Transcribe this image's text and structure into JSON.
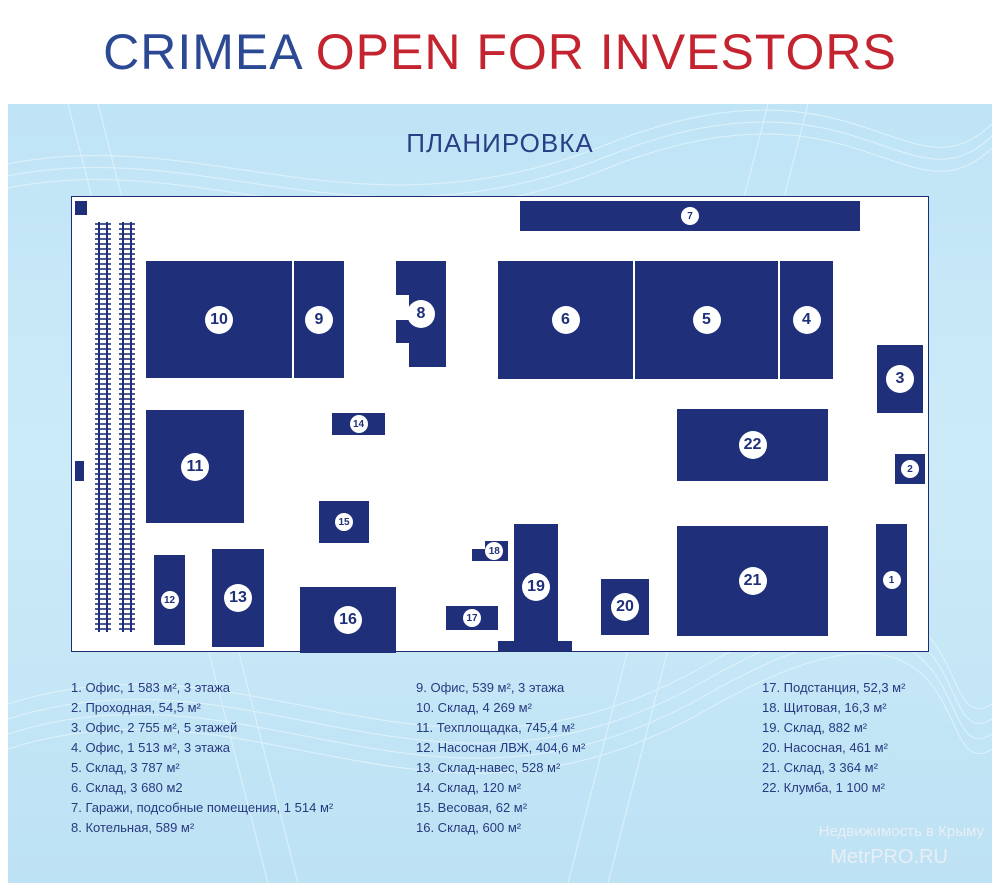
{
  "header": {
    "title_part1": "CRIMEA",
    "title_part2": "OPEN FOR INVESTORS"
  },
  "subtitle": "ПЛАНИРОВКА",
  "colors": {
    "building": "#1f2f79",
    "title_blue": "#2c4a94",
    "title_red": "#c4242f",
    "panel": "#c6e7f7"
  },
  "buildings": {
    "b1": "1",
    "b2": "2",
    "b3": "3",
    "b4": "4",
    "b5": "5",
    "b6": "6",
    "b7": "7",
    "b8": "8",
    "b9": "9",
    "b10": "10",
    "b11": "11",
    "b12": "12",
    "b13": "13",
    "b14": "14",
    "b15": "15",
    "b16": "16",
    "b17": "17",
    "b18": "18",
    "b19": "19",
    "b20": "20",
    "b21": "21",
    "b22": "22"
  },
  "legend": [
    "1. Офис, 1 583 м², 3 этажа",
    "2. Проходная, 54,5 м²",
    "3. Офис, 2 755 м², 5 этажей",
    "4. Офис, 1 513 м², 3 этажа",
    "5. Склад, 3 787 м²",
    "6. Склад, 3 680 м2",
    "7. Гаражи, подсобные помещения, 1 514 м²",
    "8. Котельная, 589 м²",
    "9. Офис, 539 м², 3 этажа",
    "10. Склад, 4 269 м²",
    "11. Техплощадка, 745,4 м²",
    "12. Насосная ЛВЖ, 404,6 м²",
    "13. Склад-навес, 528 м²",
    "14. Склад, 120 м²",
    "15. Весовая, 62 м²",
    "16. Склад, 600 м²",
    "17. Подстанция, 52,3 м²",
    "18. Щитовая, 16,3 м²",
    "19. Склад, 882 м²",
    "20. Насосная, 461 м²",
    "21. Склад, 3 364 м²",
    "22. Клумба, 1 100 м²"
  ],
  "watermark": {
    "line1": "Недвижимость в Крыму",
    "line2": "MetrPRO.RU"
  }
}
